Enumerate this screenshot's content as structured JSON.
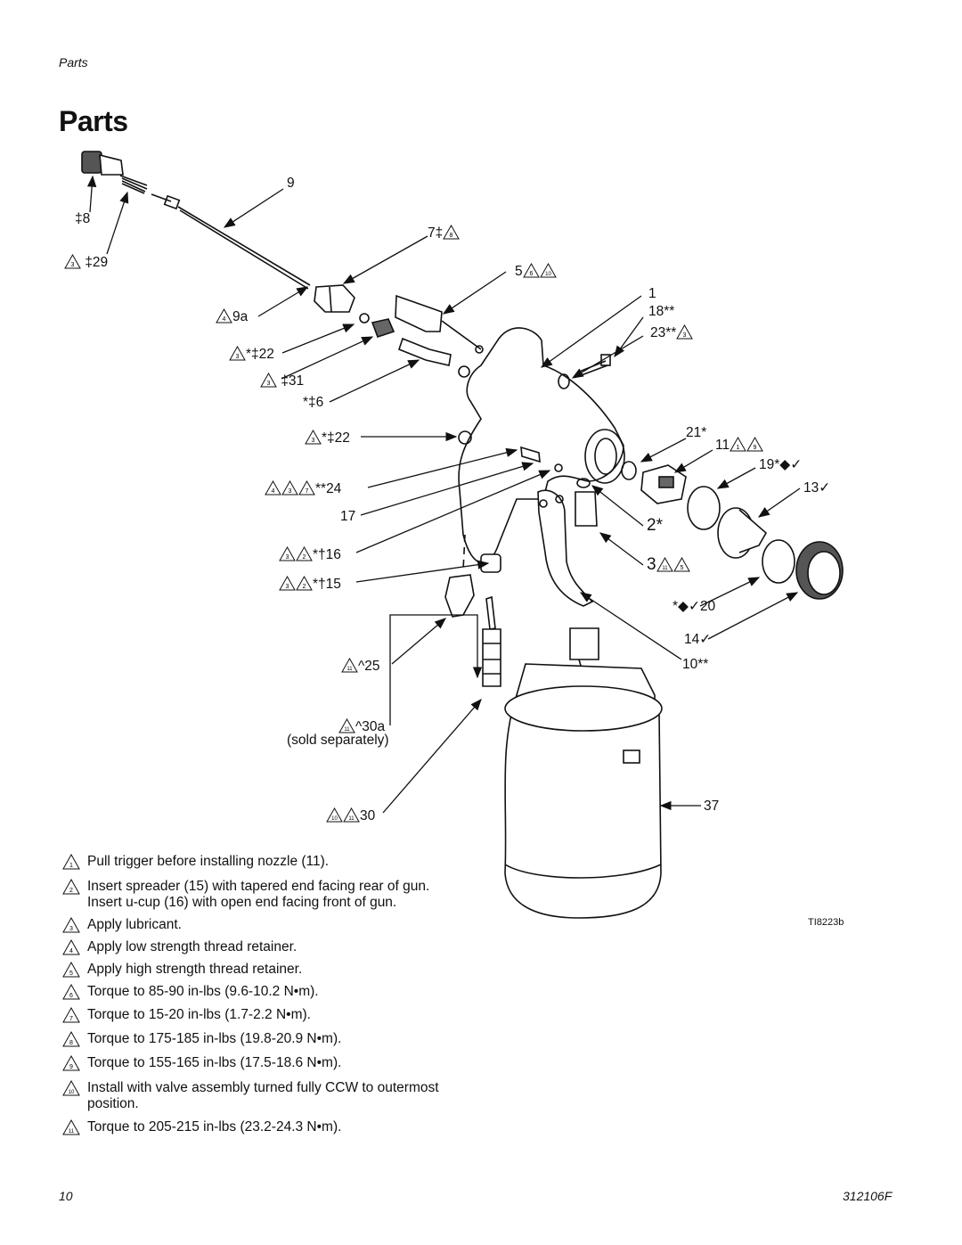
{
  "header": {
    "section_label": "Parts"
  },
  "title": "Parts",
  "callouts": [
    {
      "id": "c9",
      "text": "9"
    },
    {
      "id": "c8",
      "text": "‡8"
    },
    {
      "id": "c7",
      "text": "7‡",
      "tri": [
        "8"
      ]
    },
    {
      "id": "c29",
      "tri_before": [
        "3"
      ],
      "text": "‡29"
    },
    {
      "id": "c5",
      "text": "5",
      "tri": [
        "6",
        "10"
      ]
    },
    {
      "id": "c1",
      "text": "1"
    },
    {
      "id": "c9a",
      "tri_before": [
        "4"
      ],
      "text": "9a"
    },
    {
      "id": "c18",
      "text": "18**"
    },
    {
      "id": "c23",
      "text": "23**",
      "tri": [
        "3"
      ]
    },
    {
      "id": "c22a",
      "tri_before": [
        "3"
      ],
      "text": "*‡22"
    },
    {
      "id": "c31",
      "tri_before": [
        "3"
      ],
      "text": "‡31"
    },
    {
      "id": "c6",
      "text": "*‡6"
    },
    {
      "id": "c22b",
      "tri_before": [
        "3"
      ],
      "text": "*‡22"
    },
    {
      "id": "c21",
      "text": "21*"
    },
    {
      "id": "c11",
      "text": "11",
      "tri": [
        "1",
        "9"
      ]
    },
    {
      "id": "c19",
      "text": "19*◆✓"
    },
    {
      "id": "c24",
      "tri_before": [
        "4",
        "3",
        "7"
      ],
      "text": "**24"
    },
    {
      "id": "c13",
      "text": "13✓"
    },
    {
      "id": "c17",
      "text": "17"
    },
    {
      "id": "c2",
      "text": "2*"
    },
    {
      "id": "c16",
      "tri_before": [
        "3",
        "2"
      ],
      "text": "*†16"
    },
    {
      "id": "c3",
      "text": "3",
      "tri": [
        "11",
        "5"
      ]
    },
    {
      "id": "c15",
      "tri_before": [
        "3",
        "2"
      ],
      "text": "*†15"
    },
    {
      "id": "c20",
      "text": "*◆✓20"
    },
    {
      "id": "c14",
      "text": "14✓"
    },
    {
      "id": "c25",
      "tri_before": [
        "11"
      ],
      "text": "^25"
    },
    {
      "id": "c10",
      "text": "10**"
    },
    {
      "id": "c30a",
      "tri_before": [
        "11"
      ],
      "text": "^30a"
    },
    {
      "id": "c30a_note",
      "text": "(sold separately)"
    },
    {
      "id": "c37",
      "text": "37"
    },
    {
      "id": "c30",
      "tri_before": [
        "10",
        "11"
      ],
      "text": "30"
    }
  ],
  "figure_ref": "TI8223b",
  "notes": [
    {
      "n": "1",
      "text": "Pull trigger before installing nozzle (11)."
    },
    {
      "n": "2",
      "text": "Insert spreader (15) with tapered end facing rear of gun.",
      "text2": "Insert u-cup (16) with open end facing front of gun."
    },
    {
      "n": "3",
      "text": "Apply lubricant."
    },
    {
      "n": "4",
      "text": "Apply low strength thread retainer."
    },
    {
      "n": "5",
      "text": "Apply high strength thread retainer."
    },
    {
      "n": "6",
      "text": "Torque to 85-90 in-lbs (9.6-10.2 N•m)."
    },
    {
      "n": "7",
      "text": "Torque to 15-20 in-lbs (1.7-2.2 N•m)."
    },
    {
      "n": "8",
      "text": "Torque to 175-185 in-lbs (19.8-20.9 N•m)."
    },
    {
      "n": "9",
      "text": "Torque to 155-165 in-lbs (17.5-18.6 N•m)."
    },
    {
      "n": "10",
      "text": "Install with valve assembly turned fully CCW to outermost",
      "text2": "position."
    },
    {
      "n": "11",
      "text": "Torque to 205-215 in-lbs (23.2-24.3 N•m)."
    }
  ],
  "footer": {
    "page_number": "10",
    "doc_number": "312106F"
  }
}
